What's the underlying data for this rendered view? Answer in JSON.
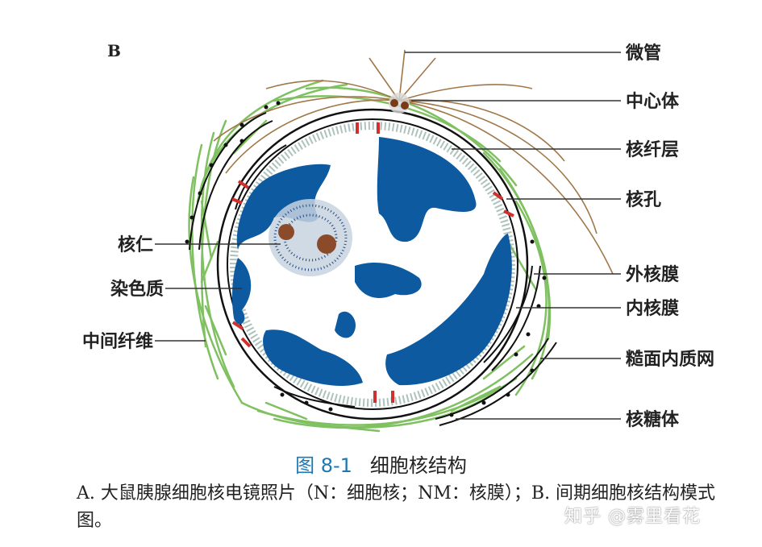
{
  "panel_label": "B",
  "labels": {
    "microtubule": "微管",
    "centrosome": "中心体",
    "nuclear_lamina": "核纤层",
    "nuclear_pore": "核孔",
    "outer_membrane": "外核膜",
    "inner_membrane": "内核膜",
    "rough_er": "糙面内质网",
    "ribosome": "核糖体",
    "nucleolus": "核仁",
    "chromatin": "染色质",
    "intermediate_filament": "中间纤维"
  },
  "caption": {
    "figure_number": "图 8-1",
    "figure_title": "细胞核结构",
    "text": "A. 大鼠胰腺细胞核电镜照片（N：细胞核；NM：核膜）；B. 间期细胞核结构模式图。"
  },
  "watermark": "知乎 @雾里看花",
  "colors": {
    "chromatin_blue": "#0d5aa0",
    "filament_green": "#7fc060",
    "microtubule_brown": "#a07848",
    "pore_red": "#d03030",
    "figure_blue": "#1a78b4"
  }
}
